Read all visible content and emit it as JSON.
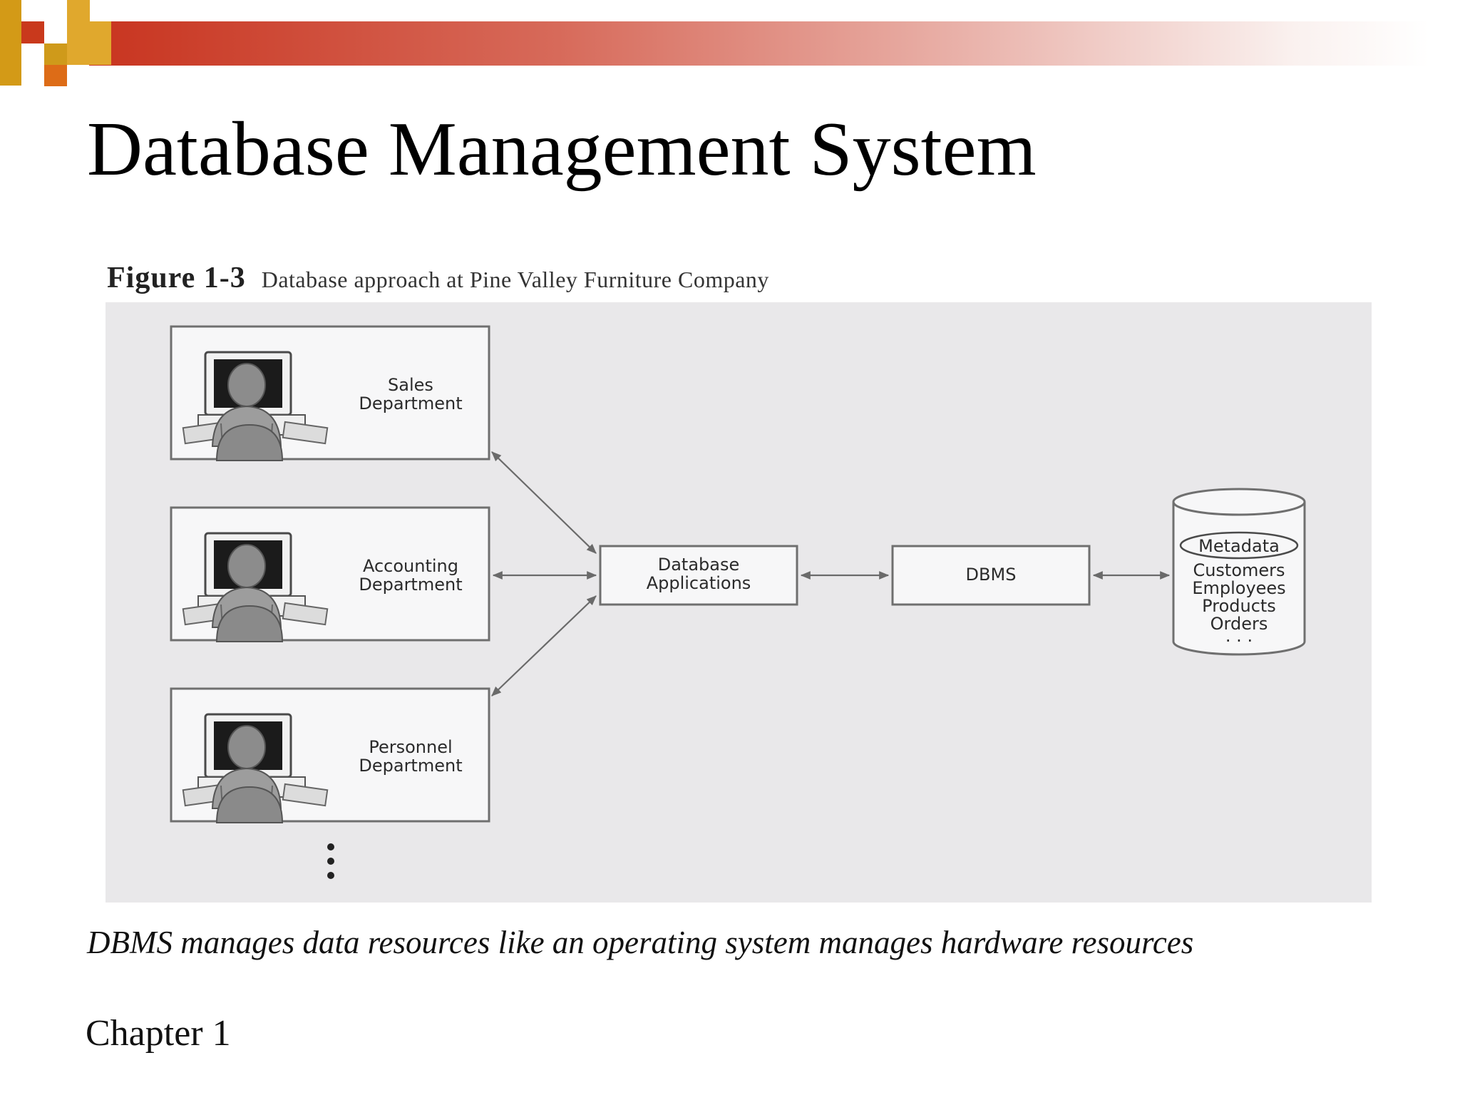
{
  "slide": {
    "title": "Database Management System",
    "summary": "DBMS manages data resources like an operating system manages hardware resources",
    "footer": "Chapter 1"
  },
  "figure": {
    "number": "Figure 1-3",
    "caption": "Database approach at Pine Valley Furniture Company",
    "departments": [
      {
        "line1": "Sales",
        "line2": "Department"
      },
      {
        "line1": "Accounting",
        "line2": "Department"
      },
      {
        "line1": "Personnel",
        "line2": "Department"
      }
    ],
    "applications": {
      "line1": "Database",
      "line2": "Applications"
    },
    "dbms": "DBMS",
    "database": {
      "metadata": "Metadata",
      "tables": [
        "Customers",
        "Employees",
        "Products",
        "Orders"
      ],
      "more": ". . ."
    }
  },
  "colors": {
    "accent_red": "#c8341f",
    "accent_gold": "#e0a82d",
    "figure_background": "#e9e8ea"
  },
  "icons": [
    "computer-user-icon",
    "database-cylinder-icon",
    "vertical-ellipsis-icon"
  ]
}
